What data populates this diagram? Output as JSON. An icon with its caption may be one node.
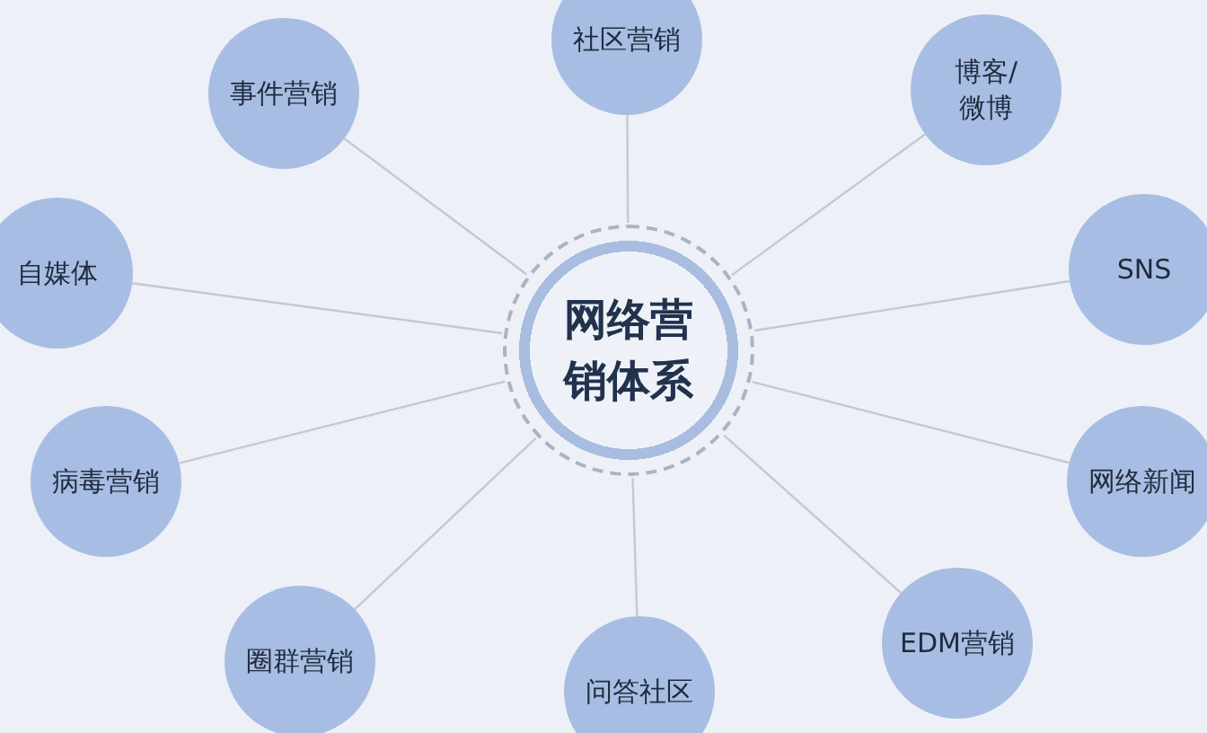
{
  "diagram": {
    "nodes": [
      {
        "text": [
          "网络营销体系"
        ]
      },
      {
        "text": [
          "社区营销"
        ]
      },
      {
        "text": [
          "博客/微博"
        ]
      },
      {
        "text": [
          "SNS"
        ]
      },
      {
        "text": [
          "网络新闻"
        ]
      },
      {
        "text": [
          "EDM营销"
        ]
      },
      {
        "text": [
          "问答社区"
        ]
      },
      {
        "text": [
          "圈群营销"
        ]
      },
      {
        "text": [
          "病毒营销"
        ]
      },
      {
        "text": [
          "自媒体"
        ]
      },
      {
        "text": [
          "事件营销"
        ]
      }
    ],
    "edges": [
      {
        "from": 0,
        "to": 1,
        "arrow": "none"
      },
      {
        "from": 0,
        "to": 2,
        "arrow": "none"
      },
      {
        "from": 0,
        "to": 3,
        "arrow": "none"
      },
      {
        "from": 0,
        "to": 4,
        "arrow": "none"
      },
      {
        "from": 0,
        "to": 5,
        "arrow": "none"
      },
      {
        "from": 0,
        "to": 6,
        "arrow": "none"
      },
      {
        "from": 0,
        "to": 7,
        "arrow": "none"
      },
      {
        "from": 0,
        "to": 8,
        "arrow": "none"
      },
      {
        "from": 0,
        "to": 9,
        "arrow": "none"
      },
      {
        "from": 0,
        "to": 10,
        "arrow": "none"
      }
    ]
  }
}
